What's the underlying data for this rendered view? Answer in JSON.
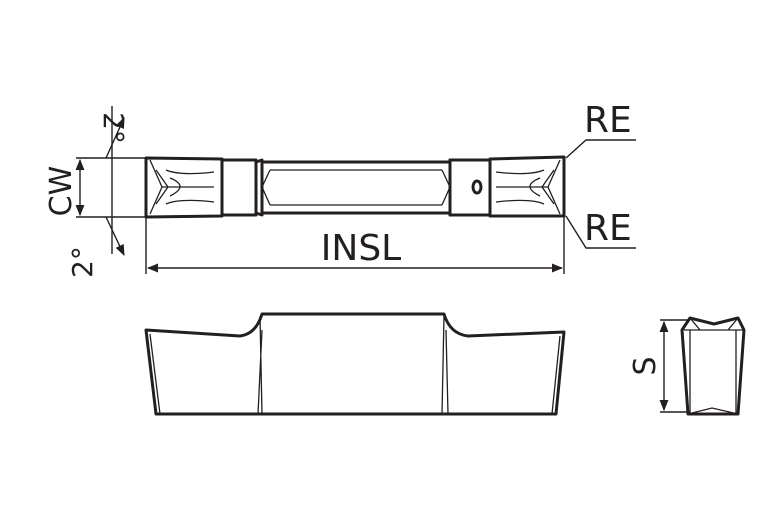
{
  "labels": {
    "cw": "CW",
    "angle_top": "2°",
    "angle_bottom": "2°",
    "insl": "INSL",
    "re_top": "RE",
    "re_bottom": "RE",
    "s": "S"
  },
  "colors": {
    "line": "#231f20",
    "background": "#ffffff"
  }
}
